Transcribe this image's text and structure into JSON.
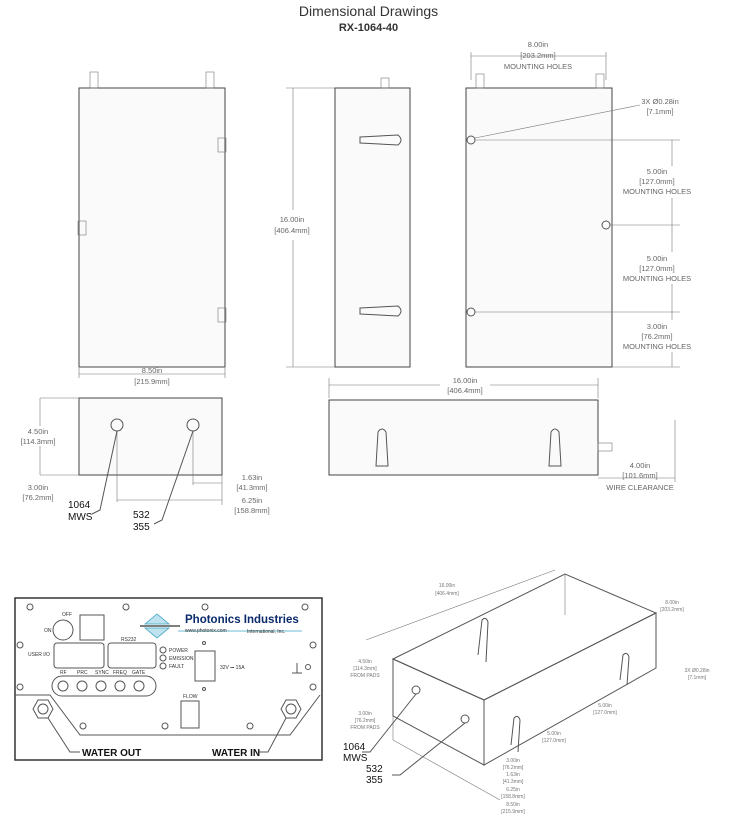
{
  "header": {
    "title": "Dimensional Drawings",
    "subtitle": "RX-1064-40"
  },
  "front_view": {
    "width_in": "8.50in",
    "width_mm": "[215.9mm]",
    "height_in": "16.00in",
    "height_mm": "[406.4mm]"
  },
  "rear_view": {
    "top_in": "8.00in",
    "top_mm": "[203.2mm]",
    "top_note": "MOUNTING HOLES",
    "holes_in": "3X  Ø0.28in",
    "holes_mm": "[7.1mm]",
    "d1_in": "5.00in",
    "d1_mm": "[127.0mm]",
    "d1_note": "MOUNTING HOLES",
    "d2_in": "5.00in",
    "d2_mm": "[127.0mm]",
    "d2_note": "MOUNTING HOLES",
    "d3_in": "3.00in",
    "d3_mm": "[76.2mm]",
    "d3_note": "MOUNTING HOLES"
  },
  "top_view": {
    "h_in": "4.50in",
    "h_mm": "[114.3mm]",
    "p_in": "3.00in",
    "p_mm": "[76.2mm]",
    "a_in": "1.63in",
    "a_mm": "[41.3mm]",
    "b_in": "6.25in",
    "b_mm": "[158.8mm]",
    "label_1064": "1064",
    "label_mws": "MWS",
    "label_532": "532",
    "label_355": "355"
  },
  "side_view": {
    "len_in": "16.00in",
    "len_mm": "[406.4mm]",
    "wc_in": "4.00in",
    "wc_mm": "[101.6mm]",
    "wc_note": "WIRE CLEARANCE"
  },
  "panel": {
    "off": "OFF",
    "on": "ON",
    "user_io": "USER I/O",
    "rs232": "RS232",
    "power": "POWER",
    "emission": "EMISSION",
    "fault": "FAULT",
    "ports": [
      "RF",
      "PRC",
      "SYNC",
      "FREQ",
      "GATE"
    ],
    "brand": "Photonics Industries",
    "url": "www.photonix.com",
    "intl": "International, Inc.",
    "supply": "32V ⎓ 15A",
    "flow": "FLOW",
    "water_out": "WATER OUT",
    "water_in": "WATER IN"
  },
  "isometric": {
    "len_in": "16.00in",
    "len_mm": "[406.4mm]",
    "w_in": "8.00in",
    "w_mm": "[203.2mm]",
    "h_in": "4.50in",
    "h_mm": "[114.3mm]",
    "h_note": "FROM PADS",
    "p_in": "3.00in",
    "p_mm": "[76.2mm]",
    "p_note": "FROM PADS",
    "holes_in": "3X Ø0.28in",
    "holes_mm": "[7.1mm]",
    "m1_in": "5.00in",
    "m1_mm": "[127.0mm]",
    "m2_in": "5.00in",
    "m2_mm": "[127.0mm]",
    "m3_in": "3.00in",
    "m3_mm": "[76.2mm]",
    "a_in": "1.63in",
    "a_mm": "[41.3mm]",
    "b_in": "6.25in",
    "b_mm": "[158.8mm]",
    "c_in": "8.50in",
    "c_mm": "[215.9mm]",
    "label_1064": "1064",
    "label_mws": "MWS",
    "label_532": "532",
    "label_355": "355"
  }
}
